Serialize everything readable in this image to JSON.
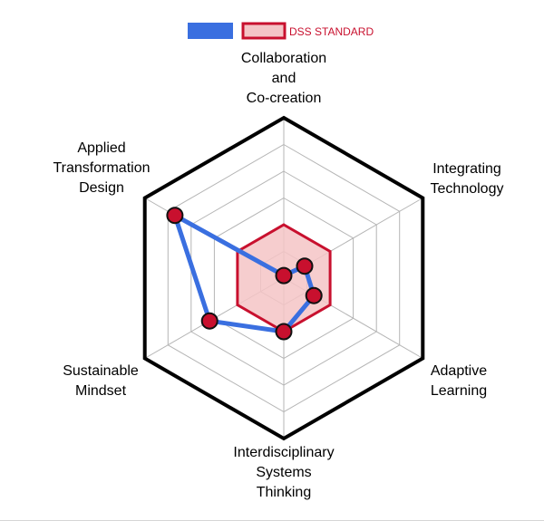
{
  "chart_data": {
    "type": "radar",
    "axes": [
      "Collaboration and Co-creation",
      "Integrating Technology",
      "Adaptive Learning",
      "Interdisciplinary Systems Thinking",
      "Sustainable Mindset",
      "Applied Transformation Design"
    ],
    "axis_label_lines": [
      [
        "Collaboration",
        "and",
        "Co-creation"
      ],
      [
        "Integrating",
        "Technology"
      ],
      [
        "Adaptive",
        "Learning"
      ],
      [
        "Interdisciplinary",
        "Systems",
        "Thinking"
      ],
      [
        "Sustainable",
        "Mindset"
      ],
      [
        "Applied",
        "Transformation",
        "Design"
      ]
    ],
    "range": [
      0,
      6
    ],
    "levels": 6,
    "series": [
      {
        "name": "",
        "values": [
          0.1,
          0.9,
          1.3,
          2.0,
          3.2,
          4.7
        ]
      },
      {
        "name": "DSS STANDARD",
        "values": [
          2.0,
          2.0,
          2.0,
          2.0,
          2.0,
          2.0
        ]
      }
    ],
    "legend": {
      "position": "top-center",
      "entries": [
        "",
        "DSS STANDARD"
      ]
    },
    "colors": {
      "series_line": "#3a6fe0",
      "standard_line": "#c8102e",
      "standard_fill": "#f4c4c6",
      "marker_fill": "#c8102e",
      "outline": "#000000",
      "grid": "#b5b5b5"
    }
  }
}
